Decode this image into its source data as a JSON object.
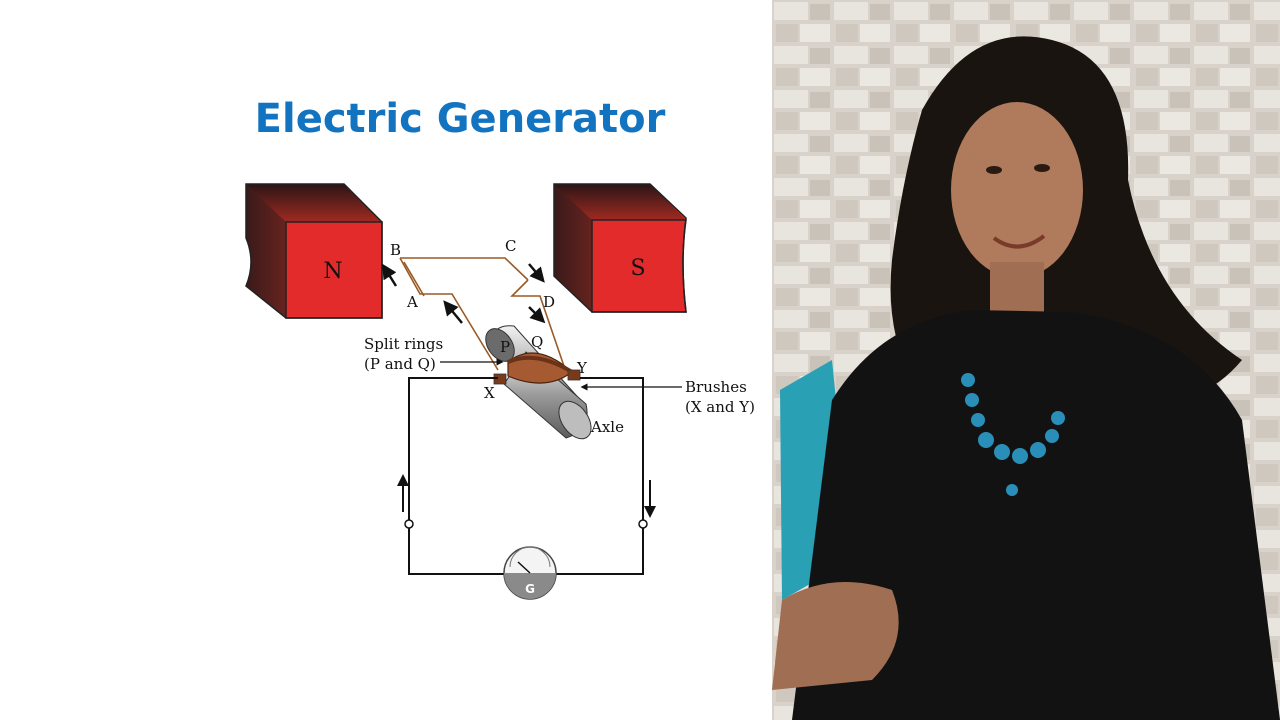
{
  "slide": {
    "title": "Electric Generator",
    "background": "#ffffff",
    "title_color": "#1273c0"
  },
  "diagram": {
    "magnets": [
      {
        "pole": "N",
        "color": "#e42b2b"
      },
      {
        "pole": "S",
        "color": "#e42b2b"
      }
    ],
    "coil_points": [
      "A",
      "B",
      "C",
      "D"
    ],
    "split_rings": {
      "label_line1": "Split rings",
      "label_line2": "(P and Q)",
      "ring_p": "P",
      "ring_q": "Q"
    },
    "brushes": {
      "label_line1": "Brushes",
      "label_line2": "(X and Y)",
      "brush_x": "X",
      "brush_y": "Y"
    },
    "axle_label": "Axle",
    "galvanometer_label": "G",
    "coil_color": "#9b5a25",
    "ring_color": "#a65a32"
  },
  "photo": {
    "description_icon": "presenter-photo",
    "wall_color": "#d6d0c8",
    "clothing_color": "#111111",
    "necklace_color": "#2a8fb8"
  }
}
